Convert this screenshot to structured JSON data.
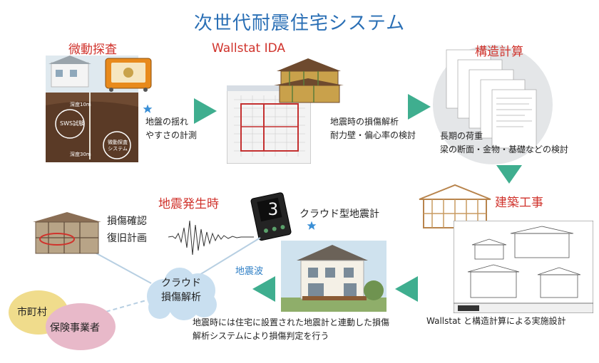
{
  "title": "次世代耐震住宅システム",
  "steps": {
    "microtremor": {
      "label": "微動探査",
      "desc_lines": [
        "地盤の揺れ",
        "やすさの計測"
      ],
      "photo_tags": [
        "SWS試験",
        "微動探査システム"
      ],
      "depth_marks": [
        "深度10m",
        "深度30m"
      ]
    },
    "wallstat_ida": {
      "label": "Wallstat IDA",
      "desc_lines": [
        "地震時の損傷解析",
        "耐力壁・偏心率の検討"
      ]
    },
    "structural_calc": {
      "label": "構造計算",
      "desc_lines": [
        "長期の荷重",
        "梁の断面・金物・基礎などの検討"
      ]
    },
    "construction": {
      "label": "建築工事",
      "desc": "Wallstat と構造計算による実施設計"
    },
    "house": {
      "wave_label": "地震波",
      "desc_lines": [
        "地震時には住宅に設置された地震計と連動した損傷",
        "解析システムにより損傷判定を行う"
      ]
    },
    "cloud_sensor": {
      "label": "クラウド型地震計",
      "display_digit": "3"
    },
    "earthquake": {
      "label": "地震発生時"
    },
    "damaged_house": {
      "desc_lines": [
        "損傷確認",
        "復旧計画"
      ]
    },
    "cloud_analysis": {
      "lines": [
        "クラウド",
        "損傷解析"
      ]
    },
    "municipality": {
      "label": "市町村"
    },
    "insurer": {
      "label": "保険事業者"
    }
  },
  "colors": {
    "title_blue": "#2a6fb5",
    "label_red": "#d0332c",
    "arrow_teal": "#3fae8f",
    "cloud_blue": "#c9dff0",
    "municipality_yellow": "#f0dc8c",
    "insurer_pink": "#e8b9c9",
    "star_blue": "#3a8fd6"
  }
}
